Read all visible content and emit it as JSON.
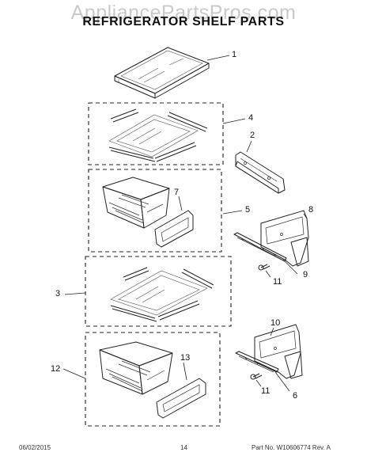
{
  "watermark": "AppliancePartsPros.com",
  "title": "REFRIGERATOR SHELF PARTS",
  "callouts": {
    "c1": "1",
    "c2": "2",
    "c3": "3",
    "c4": "4",
    "c5": "5",
    "c6": "6",
    "c7": "7",
    "c8": "8",
    "c9": "9",
    "c10": "10",
    "c11a": "11",
    "c11b": "11",
    "c12": "12",
    "c13": "13"
  },
  "footer": {
    "date": "06/02/2015",
    "page": "14",
    "part_number": "Part No. W10606774  Rev. A"
  }
}
